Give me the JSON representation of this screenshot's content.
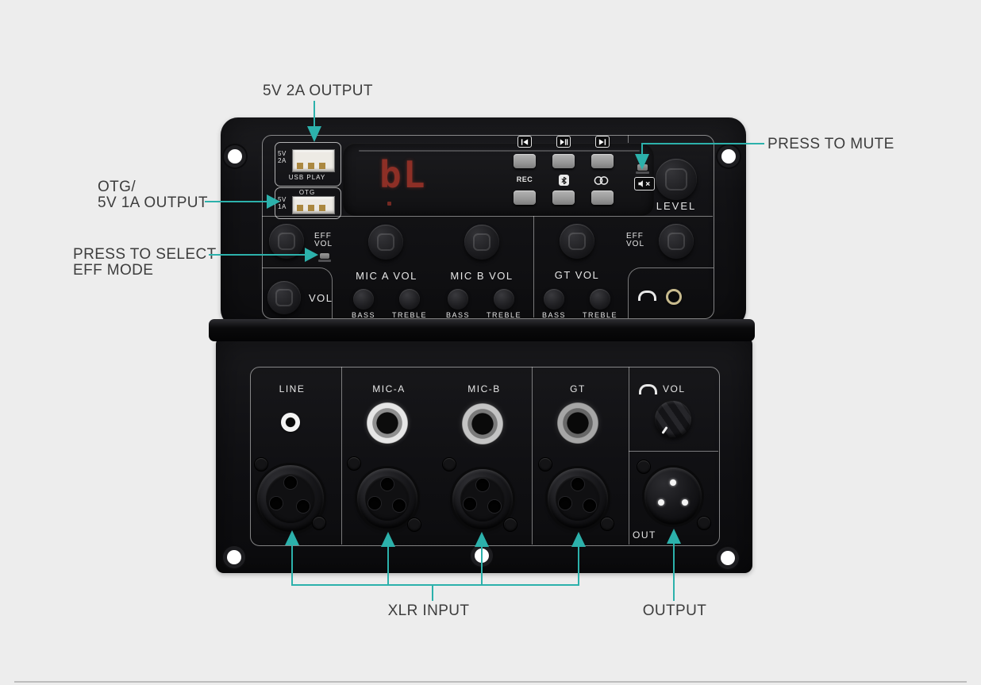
{
  "colors": {
    "accent": "#2cb1ab",
    "display": "#8d2f26"
  },
  "annotations": {
    "usb_2a": "5V 2A OUTPUT",
    "otg_l1": "OTG/",
    "otg_l2": "5V 1A OUTPUT",
    "eff_l1": "PRESS TO SELECT",
    "eff_l2": "EFF MODE",
    "mute": "PRESS TO MUTE",
    "xlr_input": "XLR INPUT",
    "output": "OUTPUT"
  },
  "top": {
    "usb1": {
      "line1": "5V",
      "line2": "2A",
      "caption": "USB PLAY"
    },
    "usb2": {
      "line1": "5V",
      "line2": "1A",
      "caption": "OTG"
    },
    "display_value": "bL",
    "rec": "REC",
    "level": "LEVEL",
    "eff_left": {
      "l1": "EFF",
      "l2": "VOL"
    },
    "eff_right": {
      "l1": "EFF",
      "l2": "VOL"
    },
    "vol": "VOL",
    "sections": [
      {
        "label": "MIC A VOL",
        "bass": "BASS",
        "treble": "TREBLE"
      },
      {
        "label": "MIC B VOL",
        "bass": "BASS",
        "treble": "TREBLE"
      },
      {
        "label": "GT VOL",
        "bass": "BASS",
        "treble": "TREBLE"
      }
    ]
  },
  "bottom": {
    "line": "LINE",
    "mic_a": "MIC-A",
    "mic_b": "MIC-B",
    "gt": "GT",
    "hp_vol": "VOL",
    "out": "OUT"
  }
}
